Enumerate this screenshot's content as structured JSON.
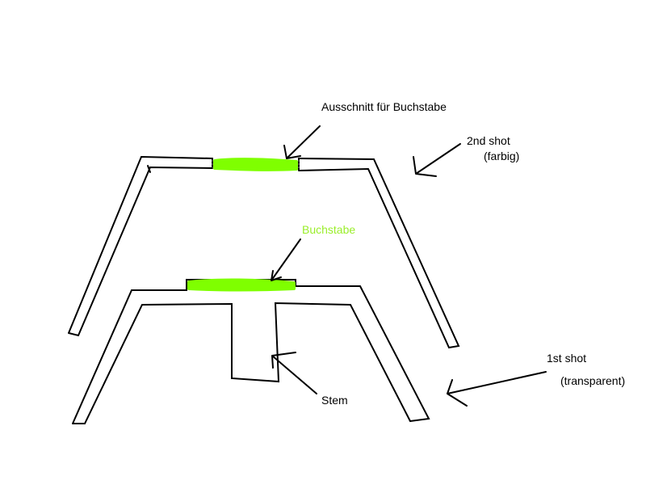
{
  "labels": {
    "cutout": "Ausschnitt für Buchstabe",
    "second_shot": "2nd shot",
    "second_shot_note": "(farbig)",
    "letter": "Buchstabe",
    "stem": "Stem",
    "first_shot": "1st shot",
    "first_shot_note": "(transparent)"
  },
  "colors": {
    "outline": "#000000",
    "letter_fill": "#7fff00",
    "letter_label": "#9aee2a",
    "background": "#ffffff"
  }
}
